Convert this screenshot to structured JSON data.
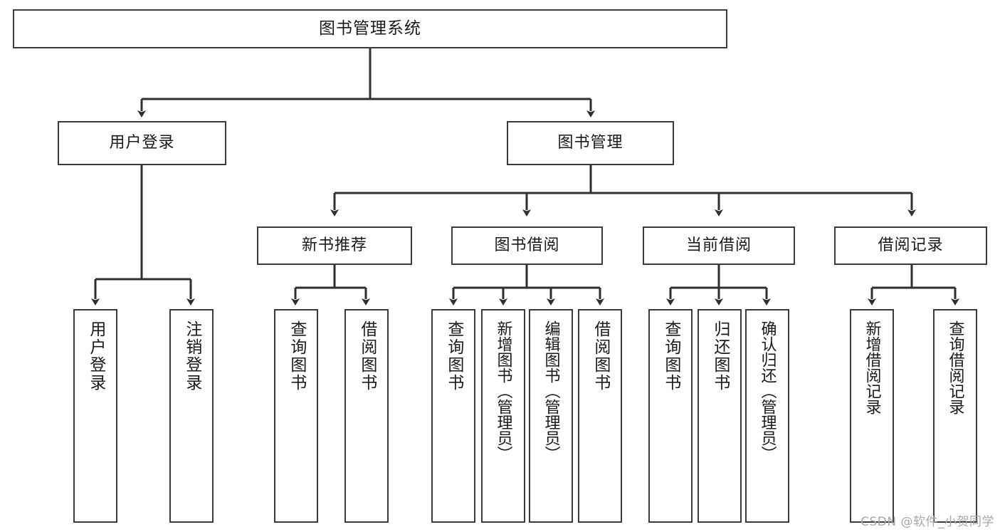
{
  "diagram": {
    "title": "图书管理系统",
    "type": "tree-hierarchy",
    "root": {
      "label": "图书管理系统"
    },
    "level2": [
      {
        "label": "用户登录"
      },
      {
        "label": "图书管理"
      }
    ],
    "level3": [
      {
        "label": "新书推荐"
      },
      {
        "label": "图书借阅"
      },
      {
        "label": "当前借阅"
      },
      {
        "label": "借阅记录"
      }
    ],
    "leaves": {
      "user_login": [
        {
          "label": "用户登录"
        },
        {
          "label": "注销登录"
        }
      ],
      "new_book_recommend": [
        {
          "label": "查询图书"
        },
        {
          "label": "借阅图书"
        }
      ],
      "book_borrow": [
        {
          "label": "查询图书"
        },
        {
          "label": "新增图书（管理员）"
        },
        {
          "label": "编辑图书（管理员）"
        },
        {
          "label": "借阅图书"
        }
      ],
      "current_borrow": [
        {
          "label": "查询图书"
        },
        {
          "label": "归还图书"
        },
        {
          "label": "确认归还（管理员）"
        }
      ],
      "borrow_records": [
        {
          "label": "新增借阅记录"
        },
        {
          "label": "查询借阅记录"
        }
      ]
    }
  },
  "watermark": {
    "text": "CSDN @软件_小贺同学"
  },
  "colors": {
    "border": "#3a3a3a",
    "text": "#1a1a1a",
    "background": "#ffffff",
    "watermark": "#a8a8a8"
  }
}
